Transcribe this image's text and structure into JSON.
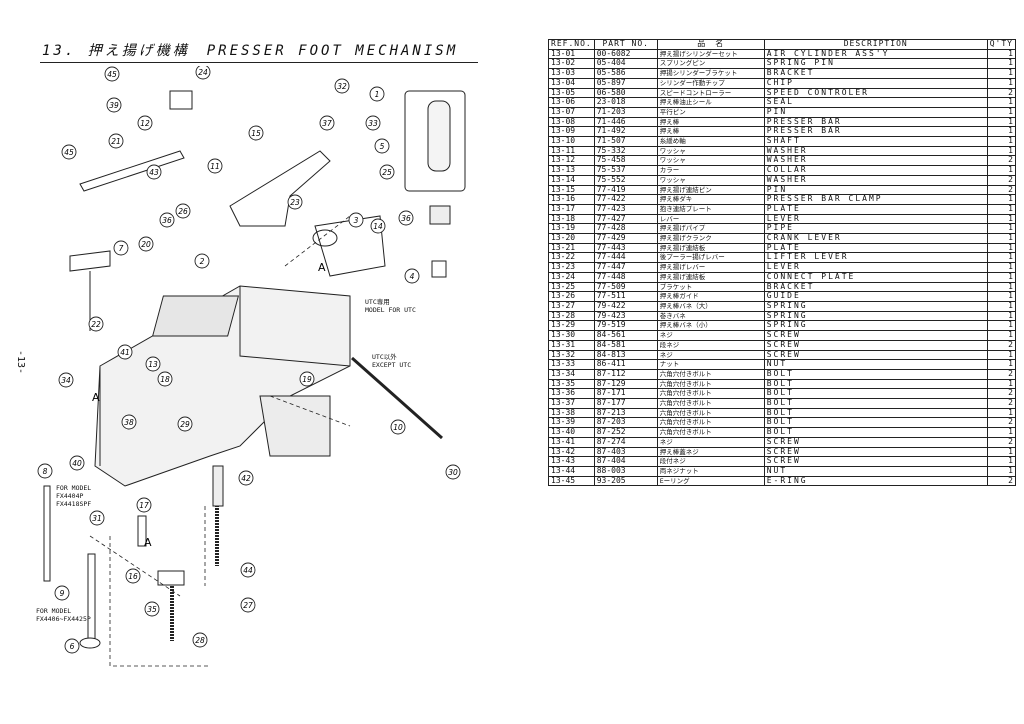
{
  "page": {
    "title": "13. 押え揚げ機構　PRESSER FOOT MECHANISM",
    "page_number": "-13-"
  },
  "diagram": {
    "callouts": [
      "1",
      "2",
      "3",
      "4",
      "5",
      "6",
      "7",
      "8",
      "9",
      "10",
      "11",
      "12",
      "13",
      "14",
      "15",
      "16",
      "17",
      "18",
      "19",
      "20",
      "21",
      "22",
      "23",
      "24",
      "25",
      "26",
      "27",
      "28",
      "29",
      "30",
      "31",
      "32",
      "33",
      "34",
      "35",
      "36",
      "37",
      "38",
      "39",
      "40",
      "41",
      "42",
      "43",
      "44",
      "45"
    ],
    "notes": {
      "utc": "UTC専用\nMODEL FOR UTC",
      "except_utc": "UTC以外\nEXCEPT UTC",
      "model_fx4404": "FOR MODEL\nFX4404P\nFX4418SPF",
      "model_fx4406": "FOR MODEL\nFX4406~FX4425P"
    },
    "marker_a": "A"
  },
  "table": {
    "headers": [
      "REF.NO.",
      "PART NO.",
      "品　名",
      "DESCRIPTION",
      "Q'TY"
    ],
    "rows": [
      [
        "13-01",
        "00-6082",
        "押え揚げシリンダーセット",
        "AIR CYLINDER ASS'Y",
        "1"
      ],
      [
        "13-02",
        "05-404",
        "スプリングピン",
        "SPRING PIN",
        "1"
      ],
      [
        "13-03",
        "05-586",
        "押揚シリンダーブラケット",
        "BRACKET",
        "1"
      ],
      [
        "13-04",
        "05-897",
        "シリンダー作動チップ",
        "CHIP",
        "1"
      ],
      [
        "13-05",
        "06-580",
        "スピードコントローラー",
        "SPEED CONTROLER",
        "2"
      ],
      [
        "13-06",
        "23-018",
        "押え棒油止シール",
        "SEAL",
        "1"
      ],
      [
        "13-07",
        "71-203",
        "平行ピン",
        "PIN",
        "1"
      ],
      [
        "13-08",
        "71-446",
        "押え棒",
        "PRESSER BAR",
        "1"
      ],
      [
        "13-09",
        "71-492",
        "押え棒",
        "PRESSER BAR",
        "1"
      ],
      [
        "13-10",
        "71-507",
        "糸緩め軸",
        "SHAFT",
        "1"
      ],
      [
        "13-11",
        "75-332",
        "ワッシャ",
        "WASHER",
        "1"
      ],
      [
        "13-12",
        "75-458",
        "ワッシャ",
        "WASHER",
        "2"
      ],
      [
        "13-13",
        "75-537",
        "カラー",
        "COLLAR",
        "1"
      ],
      [
        "13-14",
        "75-552",
        "ワッシャ",
        "WASHER",
        "2"
      ],
      [
        "13-15",
        "77-419",
        "押え揚げ連結ピン",
        "PIN",
        "2"
      ],
      [
        "13-16",
        "77-422",
        "押え棒ダキ",
        "PRESSER BAR CLAMP",
        "1"
      ],
      [
        "13-17",
        "77-423",
        "抱き連結プレート",
        "PLATE",
        "1"
      ],
      [
        "13-18",
        "77-427",
        "レバー",
        "LEVER",
        "1"
      ],
      [
        "13-19",
        "77-428",
        "押え揚げパイプ",
        "PIPE",
        "1"
      ],
      [
        "13-20",
        "77-429",
        "押え揚げクランク",
        "CRANK LEVER",
        "1"
      ],
      [
        "13-21",
        "77-443",
        "押え揚げ連結板",
        "PLATE",
        "1"
      ],
      [
        "13-22",
        "77-444",
        "後プーラー揚げレバー",
        "LIFTER LEVER",
        "1"
      ],
      [
        "13-23",
        "77-447",
        "押え揚げレバー",
        "LEVER",
        "1"
      ],
      [
        "13-24",
        "77-448",
        "押え揚げ連結板",
        "CONNECT PLATE",
        "1"
      ],
      [
        "13-25",
        "77-509",
        "ブラケット",
        "BRACKET",
        "1"
      ],
      [
        "13-26",
        "77-511",
        "押え棒ガイド",
        "GUIDE",
        "1"
      ],
      [
        "13-27",
        "79-422",
        "押え棒バネ（大）",
        "SPRING",
        "1"
      ],
      [
        "13-28",
        "79-423",
        "巻きバネ",
        "SPRING",
        "1"
      ],
      [
        "13-29",
        "79-519",
        "押え棒バネ（小）",
        "SPRING",
        "1"
      ],
      [
        "13-30",
        "84-561",
        "ネジ",
        "SCREW",
        "1"
      ],
      [
        "13-31",
        "84-581",
        "段ネジ",
        "SCREW",
        "2"
      ],
      [
        "13-32",
        "84-813",
        "ネジ",
        "SCREW",
        "1"
      ],
      [
        "13-33",
        "86-411",
        "ナット",
        "NUT",
        "1"
      ],
      [
        "13-34",
        "87-112",
        "六角穴付きボルト",
        "BOLT",
        "2"
      ],
      [
        "13-35",
        "87-129",
        "六角穴付きボルト",
        "BOLT",
        "1"
      ],
      [
        "13-36",
        "87-171",
        "六角穴付きボルト",
        "BOLT",
        "2"
      ],
      [
        "13-37",
        "87-177",
        "六角穴付きボルト",
        "BOLT",
        "2"
      ],
      [
        "13-38",
        "87-213",
        "六角穴付きボルト",
        "BOLT",
        "1"
      ],
      [
        "13-39",
        "87-203",
        "六角穴付きボルト",
        "BOLT",
        "2"
      ],
      [
        "13-40",
        "87-252",
        "六角穴付きボルト",
        "BOLT",
        "1"
      ],
      [
        "13-41",
        "87-274",
        "ネジ",
        "SCREW",
        "2"
      ],
      [
        "13-42",
        "87-403",
        "押え棒蓋ネジ",
        "SCREW",
        "1"
      ],
      [
        "13-43",
        "87-404",
        "段付ネジ",
        "SCREW",
        "1"
      ],
      [
        "13-44",
        "88-003",
        "両ネジナット",
        "NUT",
        "1"
      ],
      [
        "13-45",
        "93-205",
        "Eーリング",
        "E-RING",
        "2"
      ]
    ]
  }
}
